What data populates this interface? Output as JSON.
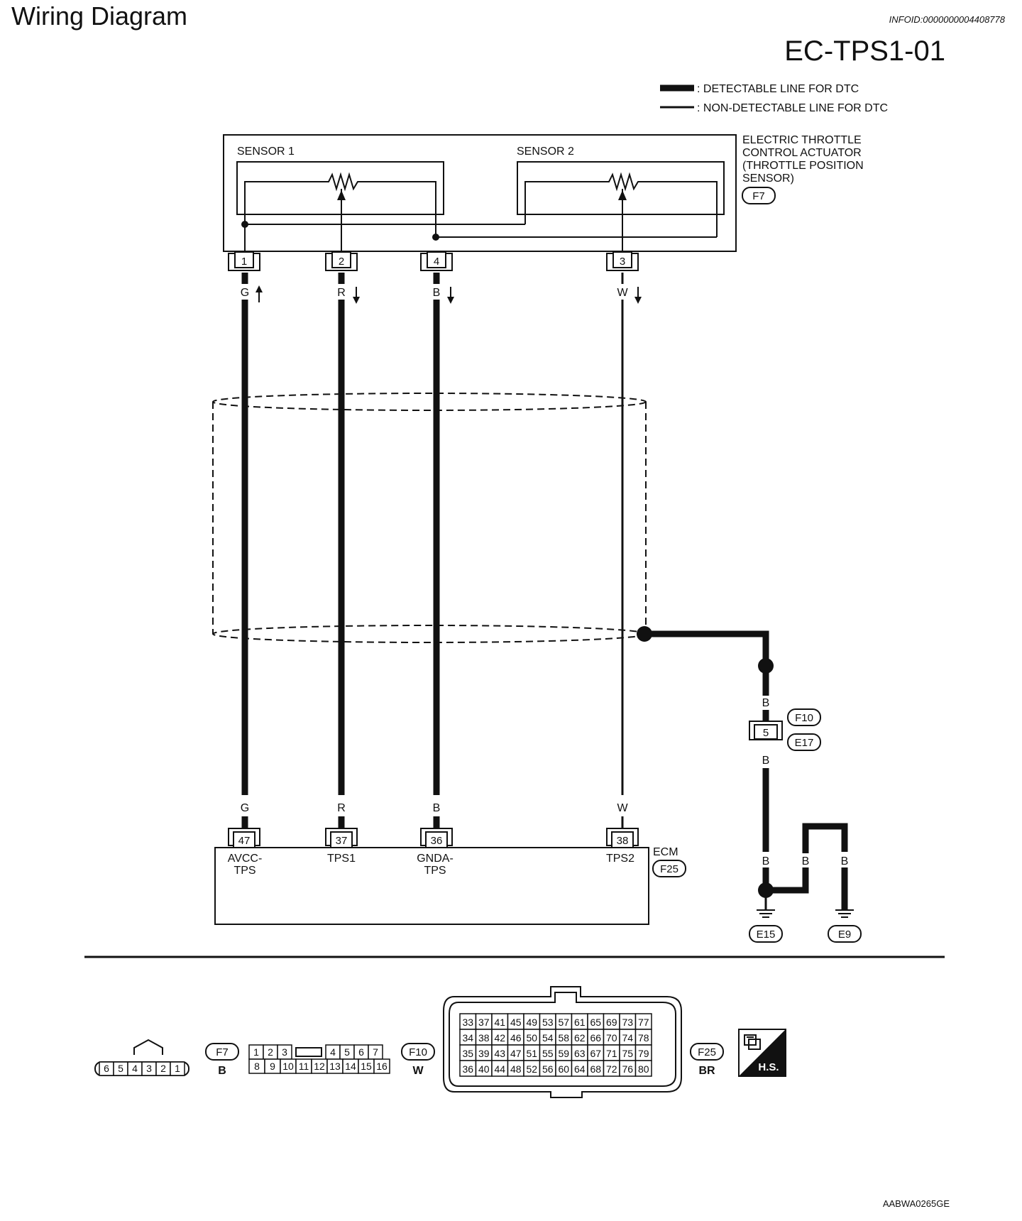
{
  "header": {
    "title": "Wiring Diagram",
    "info_id": "INFOID:0000000004408778",
    "diagram_code": "EC-TPS1-01",
    "footer_code": "AABWA0265GE"
  },
  "legend": {
    "detectable": ": DETECTABLE LINE FOR DTC",
    "non_detectable": ": NON-DETECTABLE LINE FOR DTC"
  },
  "actuator": {
    "lines": [
      "ELECTRIC THROTTLE",
      "CONTROL ACTUATOR",
      "(THROTTLE POSITION",
      "SENSOR)"
    ],
    "connector": "F7",
    "sensor1": "SENSOR 1",
    "sensor2": "SENSOR 2"
  },
  "wires": [
    {
      "pin_top": "1",
      "color": "G",
      "pin_bottom": "47",
      "ecm_label": [
        "AVCC-",
        "TPS"
      ]
    },
    {
      "pin_top": "2",
      "color": "R",
      "pin_bottom": "37",
      "ecm_label": [
        "TPS1"
      ]
    },
    {
      "pin_top": "4",
      "color": "B",
      "pin_bottom": "36",
      "ecm_label": [
        "GNDA-",
        "TPS"
      ]
    },
    {
      "pin_top": "3",
      "color": "W",
      "pin_bottom": "38",
      "ecm_label": [
        "TPS2"
      ]
    }
  ],
  "ecm": {
    "label": "ECM",
    "connector": "F25"
  },
  "ground": {
    "wire_color": "B",
    "joint_pin": "5",
    "joint_connectors": [
      "F10",
      "E17"
    ],
    "grounds": [
      "E15",
      "E9"
    ]
  },
  "connectors": {
    "f7": {
      "id": "F7",
      "color": "B",
      "pins": [
        "6",
        "5",
        "4",
        "3",
        "2",
        "1"
      ]
    },
    "f10": {
      "id": "F10",
      "color": "W",
      "top": [
        "1",
        "2",
        "3",
        "",
        "4",
        "5",
        "6",
        "7"
      ],
      "bottom": [
        "8",
        "9",
        "10",
        "11",
        "12",
        "13",
        "14",
        "15",
        "16"
      ]
    },
    "f25": {
      "id": "F25",
      "color": "BR",
      "rows": [
        [
          "33",
          "37",
          "41",
          "45",
          "49",
          "53",
          "57",
          "61",
          "65",
          "69",
          "73",
          "77"
        ],
        [
          "34",
          "38",
          "42",
          "46",
          "50",
          "54",
          "58",
          "62",
          "66",
          "70",
          "74",
          "78"
        ],
        [
          "35",
          "39",
          "43",
          "47",
          "51",
          "55",
          "59",
          "63",
          "67",
          "71",
          "75",
          "79"
        ],
        [
          "36",
          "40",
          "44",
          "48",
          "52",
          "56",
          "60",
          "64",
          "68",
          "72",
          "76",
          "80"
        ]
      ]
    },
    "hs": {
      "label": "H.S."
    }
  }
}
